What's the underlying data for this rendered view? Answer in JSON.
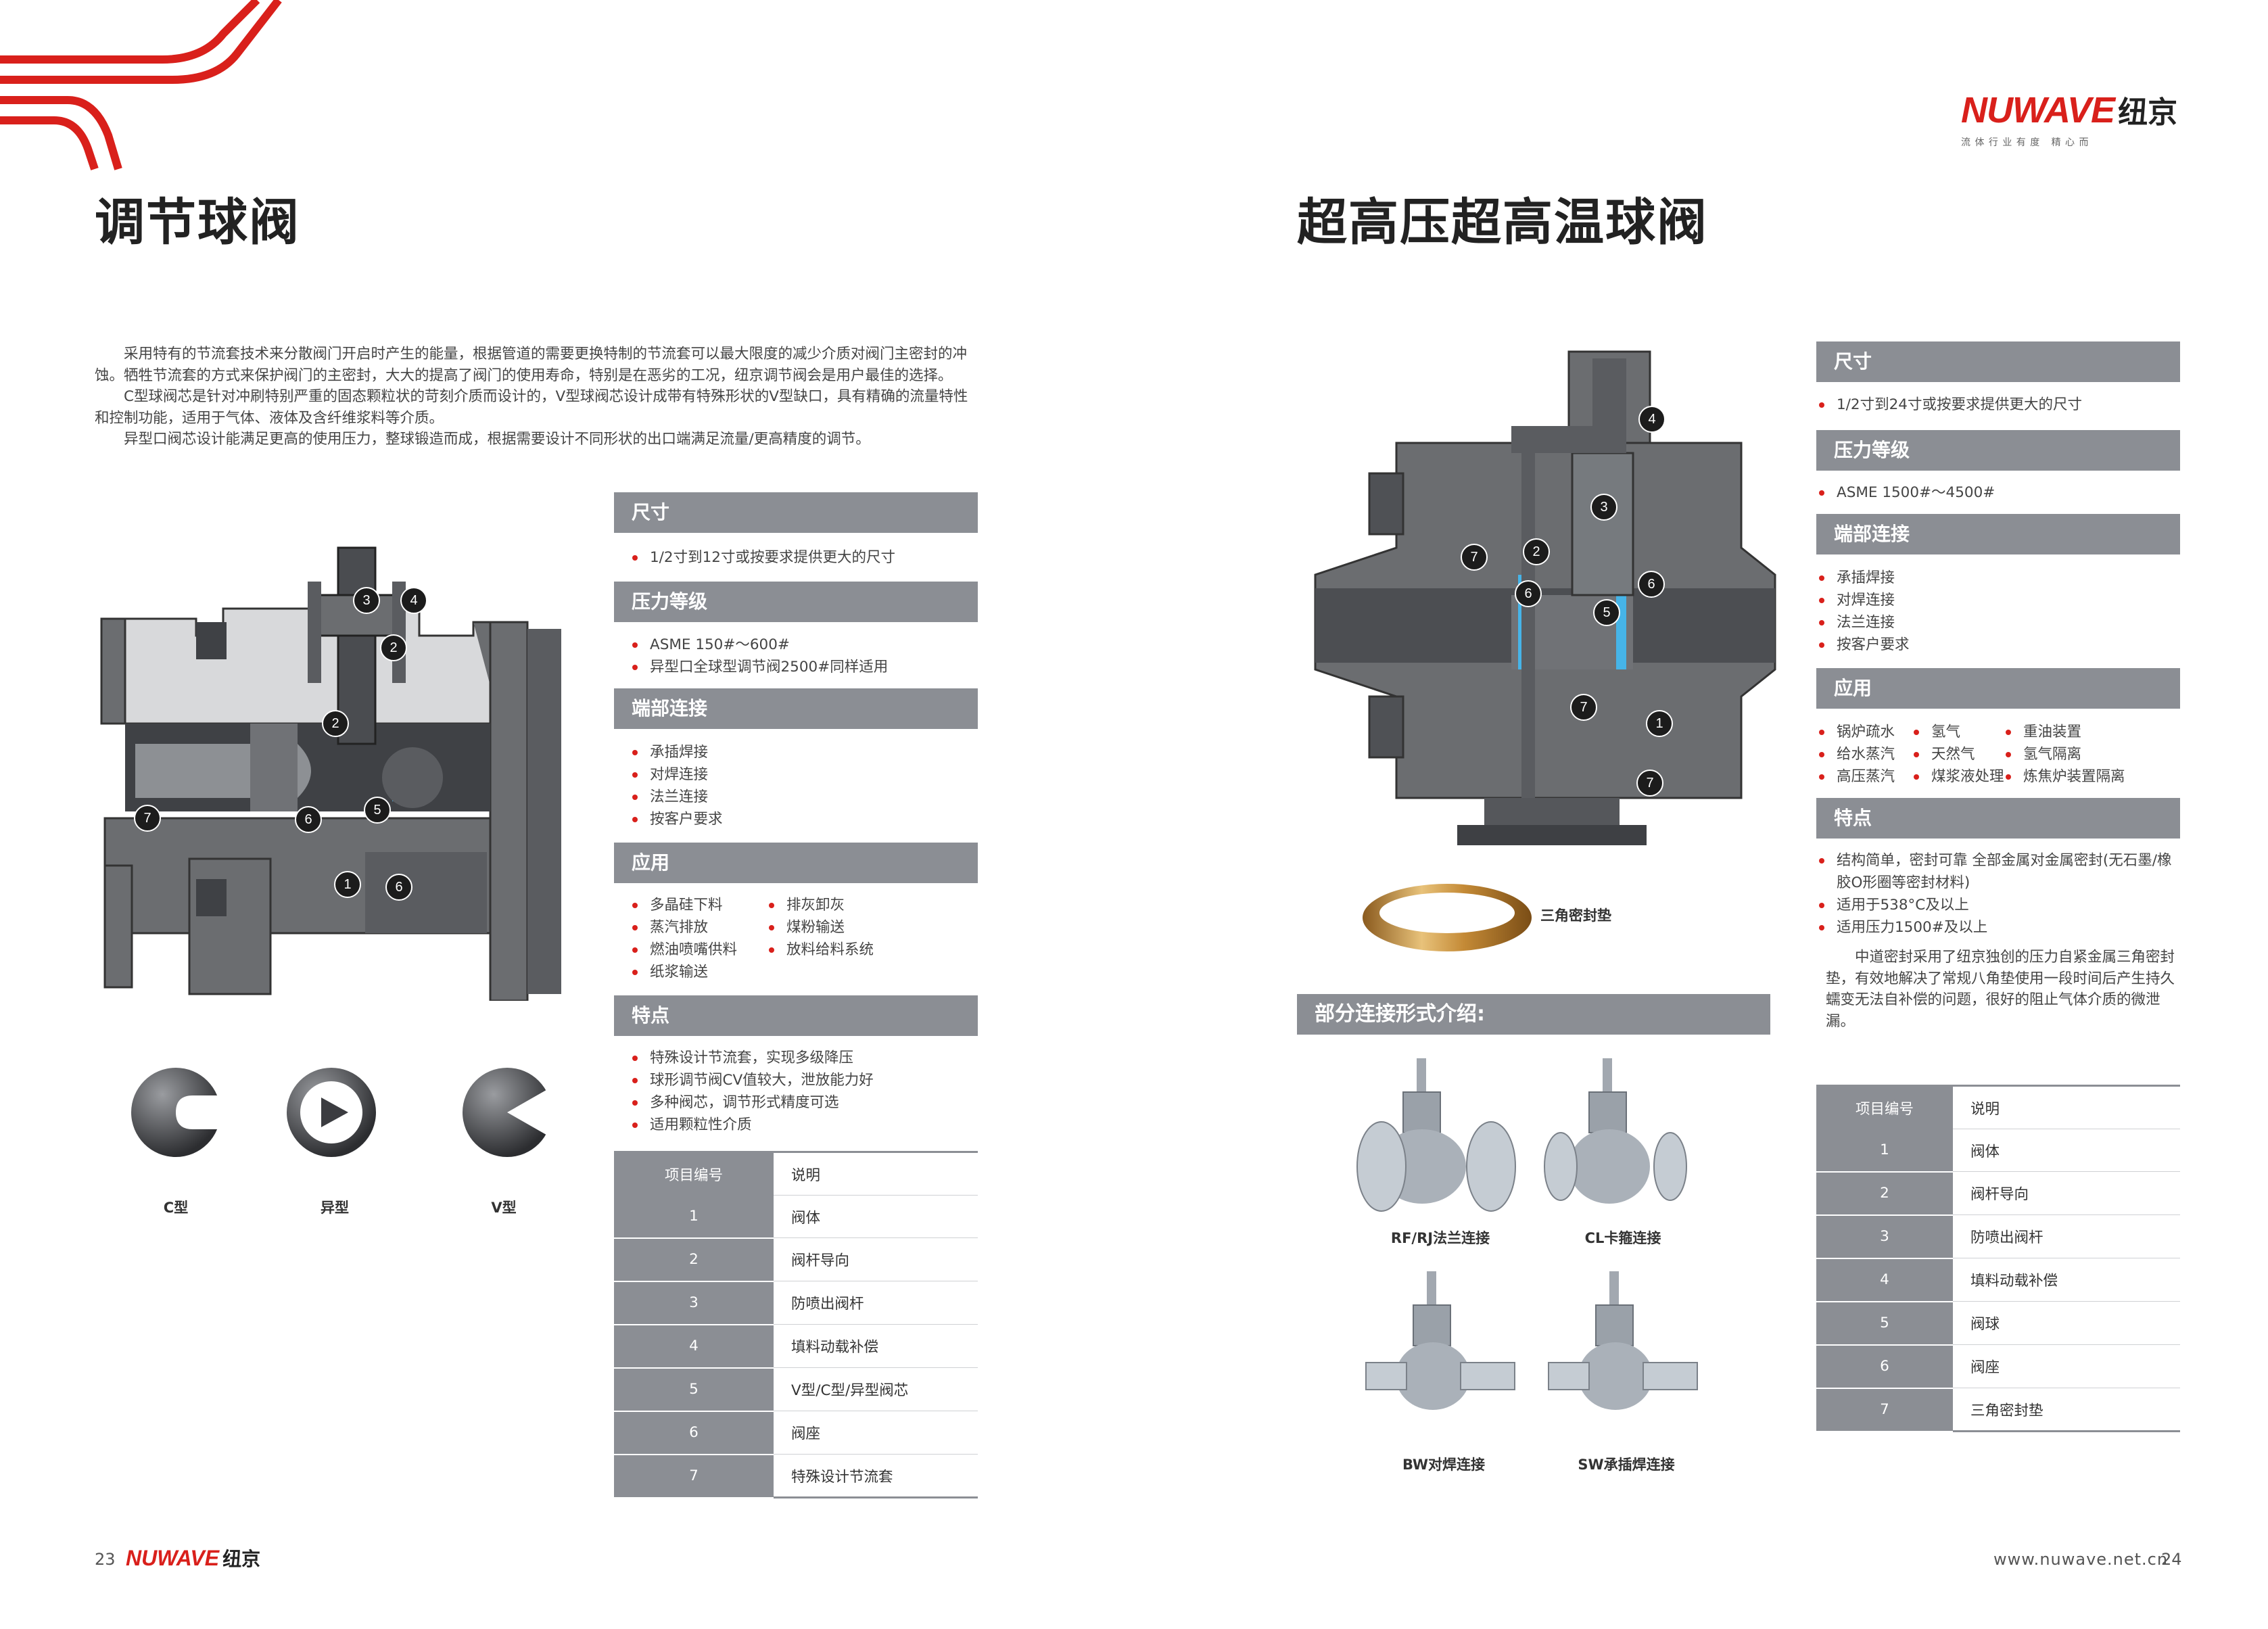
{
  "brand": {
    "logo_text": "NUWAVE",
    "logo_cn": "纽京",
    "slogan": "流 体 行 业 有 度   精 心 而"
  },
  "left": {
    "title": "调节球阀",
    "intro": [
      "采用特有的节流套技术来分散阀门开启时产生的能量，根据管道的需要更换特制的节流套可以最大限度的减少介质对阀门主密封的冲蚀。牺牲节流套的方式来保护阀门的主密封，大大的提高了阀门的使用寿命，特别是在恶劣的工况，纽京调节阀会是用户最佳的选择。",
      "C型球阀芯是针对冲刷特别严重的固态颗粒状的苛刻介质而设计的，V型球阀芯设计成带有特殊形状的V型缺口，具有精确的流量特性和控制功能，适用于气体、液体及含纤维浆料等介质。",
      "异型口阀芯设计能满足更高的使用压力，整球锻造而成，根据需要设计不同形状的出口端满足流量/更高精度的调节。"
    ],
    "sections": {
      "size": {
        "label": "尺寸",
        "items": [
          "1/2寸到12寸或按要求提供更大的尺寸"
        ]
      },
      "pressure": {
        "label": "压力等级",
        "items": [
          "ASME 150#～600#",
          "异型口全球型调节阀2500#同样适用"
        ]
      },
      "ends": {
        "label": "端部连接",
        "items": [
          "承插焊接",
          "对焊连接",
          "法兰连接",
          "按客户要求"
        ]
      },
      "apps": {
        "label": "应用",
        "items": [
          "多晶硅下料",
          "排灰卸灰",
          "蒸汽排放",
          "煤粉输送",
          "燃油喷嘴供料",
          "放料给料系统",
          "纸浆输送"
        ]
      },
      "features": {
        "label": "特点",
        "items": [
          "特殊设计节流套，实现多级降压",
          "球形调节阀CV值较大，泄放能力好",
          "多种阀芯，调节形式精度可选",
          "适用颗粒性介质"
        ]
      }
    },
    "ball_types": [
      "C型",
      "异型",
      "V型"
    ],
    "callouts": [
      "3",
      "4",
      "2",
      "2",
      "7",
      "6",
      "5",
      "1",
      "6"
    ],
    "table": {
      "header": [
        "项目编号",
        "说明"
      ],
      "rows": [
        [
          "1",
          "阀体"
        ],
        [
          "2",
          "阀杆导向"
        ],
        [
          "3",
          "防喷出阀杆"
        ],
        [
          "4",
          "填料动载补偿"
        ],
        [
          "5",
          "V型/C型/异型阀芯"
        ],
        [
          "6",
          "阀座"
        ],
        [
          "7",
          "特殊设计节流套"
        ]
      ]
    },
    "page_number": "23"
  },
  "right": {
    "title": "超高压超高温球阀",
    "callouts": [
      "4",
      "3",
      "7",
      "2",
      "6",
      "6",
      "5",
      "7",
      "1",
      "7"
    ],
    "seal_caption": "三角密封垫",
    "connections": {
      "label": "部分连接形式介绍:",
      "items": [
        "RF/RJ法兰连接",
        "CL卡箍连接",
        "BW对焊连接",
        "SW承插焊连接"
      ]
    },
    "sections": {
      "size": {
        "label": "尺寸",
        "items": [
          "1/2寸到24寸或按要求提供更大的尺寸"
        ]
      },
      "pressure": {
        "label": "压力等级",
        "items": [
          "ASME 1500#～4500#"
        ]
      },
      "ends": {
        "label": "端部连接",
        "items": [
          "承插焊接",
          "对焊连接",
          "法兰连接",
          "按客户要求"
        ]
      },
      "apps": {
        "label": "应用",
        "items": [
          "锅炉疏水",
          "氢气",
          "重油装置",
          "给水蒸汽",
          "天然气",
          "氢气隔离",
          "高压蒸汽",
          "煤浆液处理",
          "炼焦炉装置隔离"
        ]
      },
      "features": {
        "label": "特点",
        "items": [
          "结构简单，密封可靠 全部金属对金属密封(无石墨/橡胶O形圈等密封材料)",
          "适用于538°C及以上",
          "适用压力1500#及以上"
        ]
      }
    },
    "feature_para": "中道密封采用了纽京独创的压力自紧金属三角密封垫，有效地解决了常规八角垫使用一段时间后产生持久蠕变无法自补偿的问题，很好的阻止气体介质的微泄漏。",
    "table": {
      "header": [
        "项目编号",
        "说明"
      ],
      "rows": [
        [
          "1",
          "阀体"
        ],
        [
          "2",
          "阀杆导向"
        ],
        [
          "3",
          "防喷出阀杆"
        ],
        [
          "4",
          "填料动载补偿"
        ],
        [
          "5",
          "阀球"
        ],
        [
          "6",
          "阀座"
        ],
        [
          "7",
          "三角密封垫"
        ]
      ]
    },
    "website": "www.nuwave.net.cn",
    "page_number": "24"
  },
  "colors": {
    "accent": "#d9201b",
    "bar": "#8b8e94",
    "valve_gray": "#6b6d70"
  }
}
